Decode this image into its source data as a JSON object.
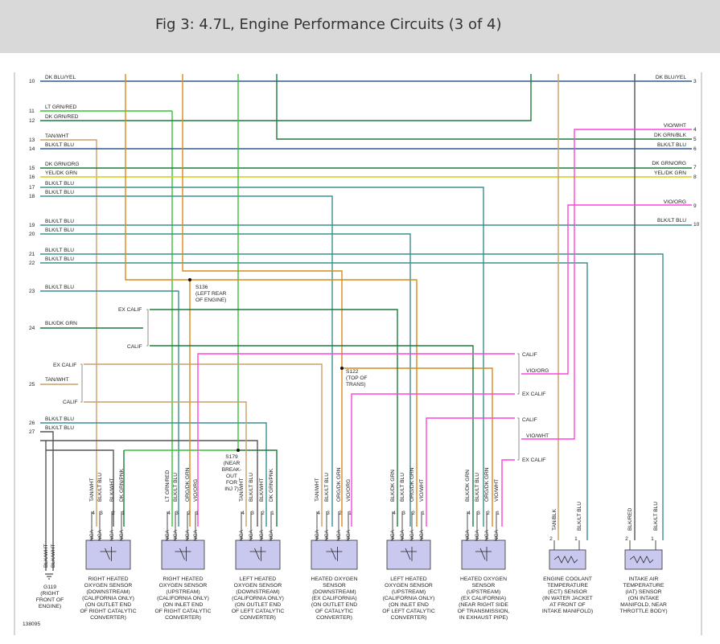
{
  "title": "Fig 3: 4.7L, Engine Performance Circuits (3 of 4)",
  "figure_id": "138095",
  "colors": {
    "dkblu": "#2e5b8e",
    "ltgrn": "#36c236",
    "dkgrn": "#1f7a3c",
    "tan": "#c9a06a",
    "blk": "#555555",
    "bluegrn": "#3b8f8f",
    "yel": "#cfcf1a",
    "vio": "#ff44dd",
    "org": "#d98a1a",
    "red": "#cc3a2a",
    "pnk": "#f08aa0"
  },
  "left_wires": [
    {
      "num": "10",
      "label": "DK BLU/YEL"
    },
    {
      "num": "11",
      "label": "LT GRN/RED"
    },
    {
      "num": "12",
      "label": "DK GRN/RED"
    },
    {
      "num": "13",
      "label": "TAN/WHT"
    },
    {
      "num": "14",
      "label": "BLK/LT BLU"
    },
    {
      "num": "15",
      "label": "DK GRN/ORG"
    },
    {
      "num": "16",
      "label": "YEL/DK GRN"
    },
    {
      "num": "17",
      "label": "BLK/LT BLU"
    },
    {
      "num": "18",
      "label": "BLK/LT BLU"
    },
    {
      "num": "19",
      "label": "BLK/LT BLU"
    },
    {
      "num": "20",
      "label": "BLK/LT BLU"
    },
    {
      "num": "21",
      "label": "BLK/LT BLU"
    },
    {
      "num": "22",
      "label": "BLK/LT BLU"
    },
    {
      "num": "23",
      "label": "BLK/LT BLU"
    },
    {
      "num": "24",
      "label": "BLK/DK GRN"
    },
    {
      "num": "25",
      "label": "TAN/WHT"
    },
    {
      "num": "26",
      "label": "BLK/LT BLU"
    },
    {
      "num": "27",
      "label": "BLK/LT BLU"
    }
  ],
  "right_wires": [
    {
      "num": "3",
      "label": "DK BLU/YEL"
    },
    {
      "num": "4",
      "label": "VIO/WHT"
    },
    {
      "num": "5",
      "label": "DK GRN/BLK"
    },
    {
      "num": "6",
      "label": "BLK/LT BLU"
    },
    {
      "num": "7",
      "label": "DK GRN/ORG"
    },
    {
      "num": "8",
      "label": "YEL/DK GRN"
    },
    {
      "num": "9",
      "label": "VIO/ORG"
    },
    {
      "num": "10",
      "label": "BLK/LT BLU"
    }
  ],
  "splices": {
    "s136": [
      "S136",
      "(LEFT REAR",
      "OF ENGINE)"
    ],
    "s122": [
      "S122",
      "(TOP OF",
      "TRANS)"
    ],
    "s179": [
      "S179",
      "(NEAR",
      "BREAK-",
      "OUT",
      "FOR",
      "INJ 7)"
    ]
  },
  "branch_labels": {
    "ex_calif": "EX CALIF",
    "calif": "CALIF",
    "vio_org": "VIO/ORG",
    "vio_wht": "VIO/WHT",
    "tan_wht": "TAN/WHT",
    "blk_dk_grn": "BLK/DK GRN"
  },
  "pin_label": "NCA",
  "ground": {
    "label": [
      "G119",
      "(RIGHT",
      "FRONT OF",
      "ENGINE)"
    ],
    "wires": [
      "BLK/WHT",
      "BLK/WHT"
    ]
  },
  "sensors": [
    {
      "pins": [
        "4",
        "3",
        "2",
        "1"
      ],
      "wires": [
        "TAN/WHT",
        "BLK/LT BLU",
        "BLK/WHT",
        "DK GRN/PNK"
      ],
      "caption": [
        "RIGHT HEATED",
        "OXYGEN SENSOR",
        "(DOWNSTREAM)",
        "(CALIFORNIA ONLY)",
        "(ON OUTLET END",
        "OF RIGHT CATALYTIC",
        "CONVERTER)"
      ]
    },
    {
      "pins": [
        "4",
        "3",
        "2",
        "1"
      ],
      "wires": [
        "LT GRN/RED",
        "BLK/LT BLU",
        "ORG/DK GRN",
        "VIO/ORG"
      ],
      "caption": [
        "RIGHT HEATED",
        "OXYGEN SENSOR",
        "(UPSTREAM)",
        "(CALIFORNIA ONLY)",
        "(ON INLET END",
        "OF RIGHT CATALYTIC",
        "CONVERTER)"
      ]
    },
    {
      "pins": [
        "4",
        "3",
        "2",
        "1"
      ],
      "wires": [
        "TAN/WHT",
        "BLK/LT BLU",
        "BLK/WHT",
        "DK GRN/PNK"
      ],
      "caption": [
        "LEFT HEATED",
        "OXYGEN SENSOR",
        "(DOWNSTREAM)",
        "(CALIFORNIA ONLY)",
        "(ON OUTLET END",
        "OF LEFT CATALYTIC",
        "CONVERTER)"
      ]
    },
    {
      "pins": [
        "4",
        "3",
        "2",
        "1"
      ],
      "wires": [
        "TAN/WHT",
        "BLK/LT BLU",
        "ORG/DK GRN",
        "VIO/ORG"
      ],
      "caption": [
        "HEATED OXYGEN",
        "SENSOR",
        "(DOWNSTREAM)",
        "(EX CALIFORNIA)",
        "(ON OUTLET END",
        "OF CATALYTIC",
        "CONVERTER)"
      ]
    },
    {
      "pins": [
        "4",
        "3",
        "2",
        "1"
      ],
      "wires": [
        "BLK/DK GRN",
        "BLK/LT BLU",
        "ORG/DK GRN",
        "VIO/WHT"
      ],
      "caption": [
        "LEFT HEATED",
        "OXYGEN SENSOR",
        "(UPSTREAM)",
        "(CALIFORNIA ONLY)",
        "(ON INLET END",
        "OF LEFT CATALYTIC",
        "CONVERTER)"
      ]
    },
    {
      "pins": [
        "4",
        "3",
        "2",
        "1"
      ],
      "wires": [
        "BLK/DK GRN",
        "BLK/LT BLU",
        "ORG/DK GRN",
        "VIO/WHT"
      ],
      "caption": [
        "HEATED OXYGEN",
        "SENSOR",
        "(UPSTREAM)",
        "(EX CALIFORNIA)",
        "(NEAR RIGHT SIDE",
        "OF TRANSMISSION,",
        "IN EXHAUST PIPE)"
      ]
    }
  ],
  "temp_sensors": [
    {
      "pins": [
        "2",
        "1"
      ],
      "wires": [
        "TAN/BLK",
        "BLK/LT BLU"
      ],
      "caption": [
        "ENGINE COOLANT",
        "TEMPERATURE",
        "(ECT) SENSOR",
        "(IN WATER JACKET",
        "AT FRONT OF",
        "INTAKE MANIFOLD)"
      ]
    },
    {
      "pins": [
        "2",
        "1"
      ],
      "wires": [
        "BLK/RED",
        "BLK/LT BLU"
      ],
      "caption": [
        "INTAKE AIR",
        "TEMPERATURE",
        "(IAT) SENSOR",
        "(ON INTAKE",
        "MANIFOLD, NEAR",
        "THROTTLE BODY)"
      ]
    }
  ]
}
